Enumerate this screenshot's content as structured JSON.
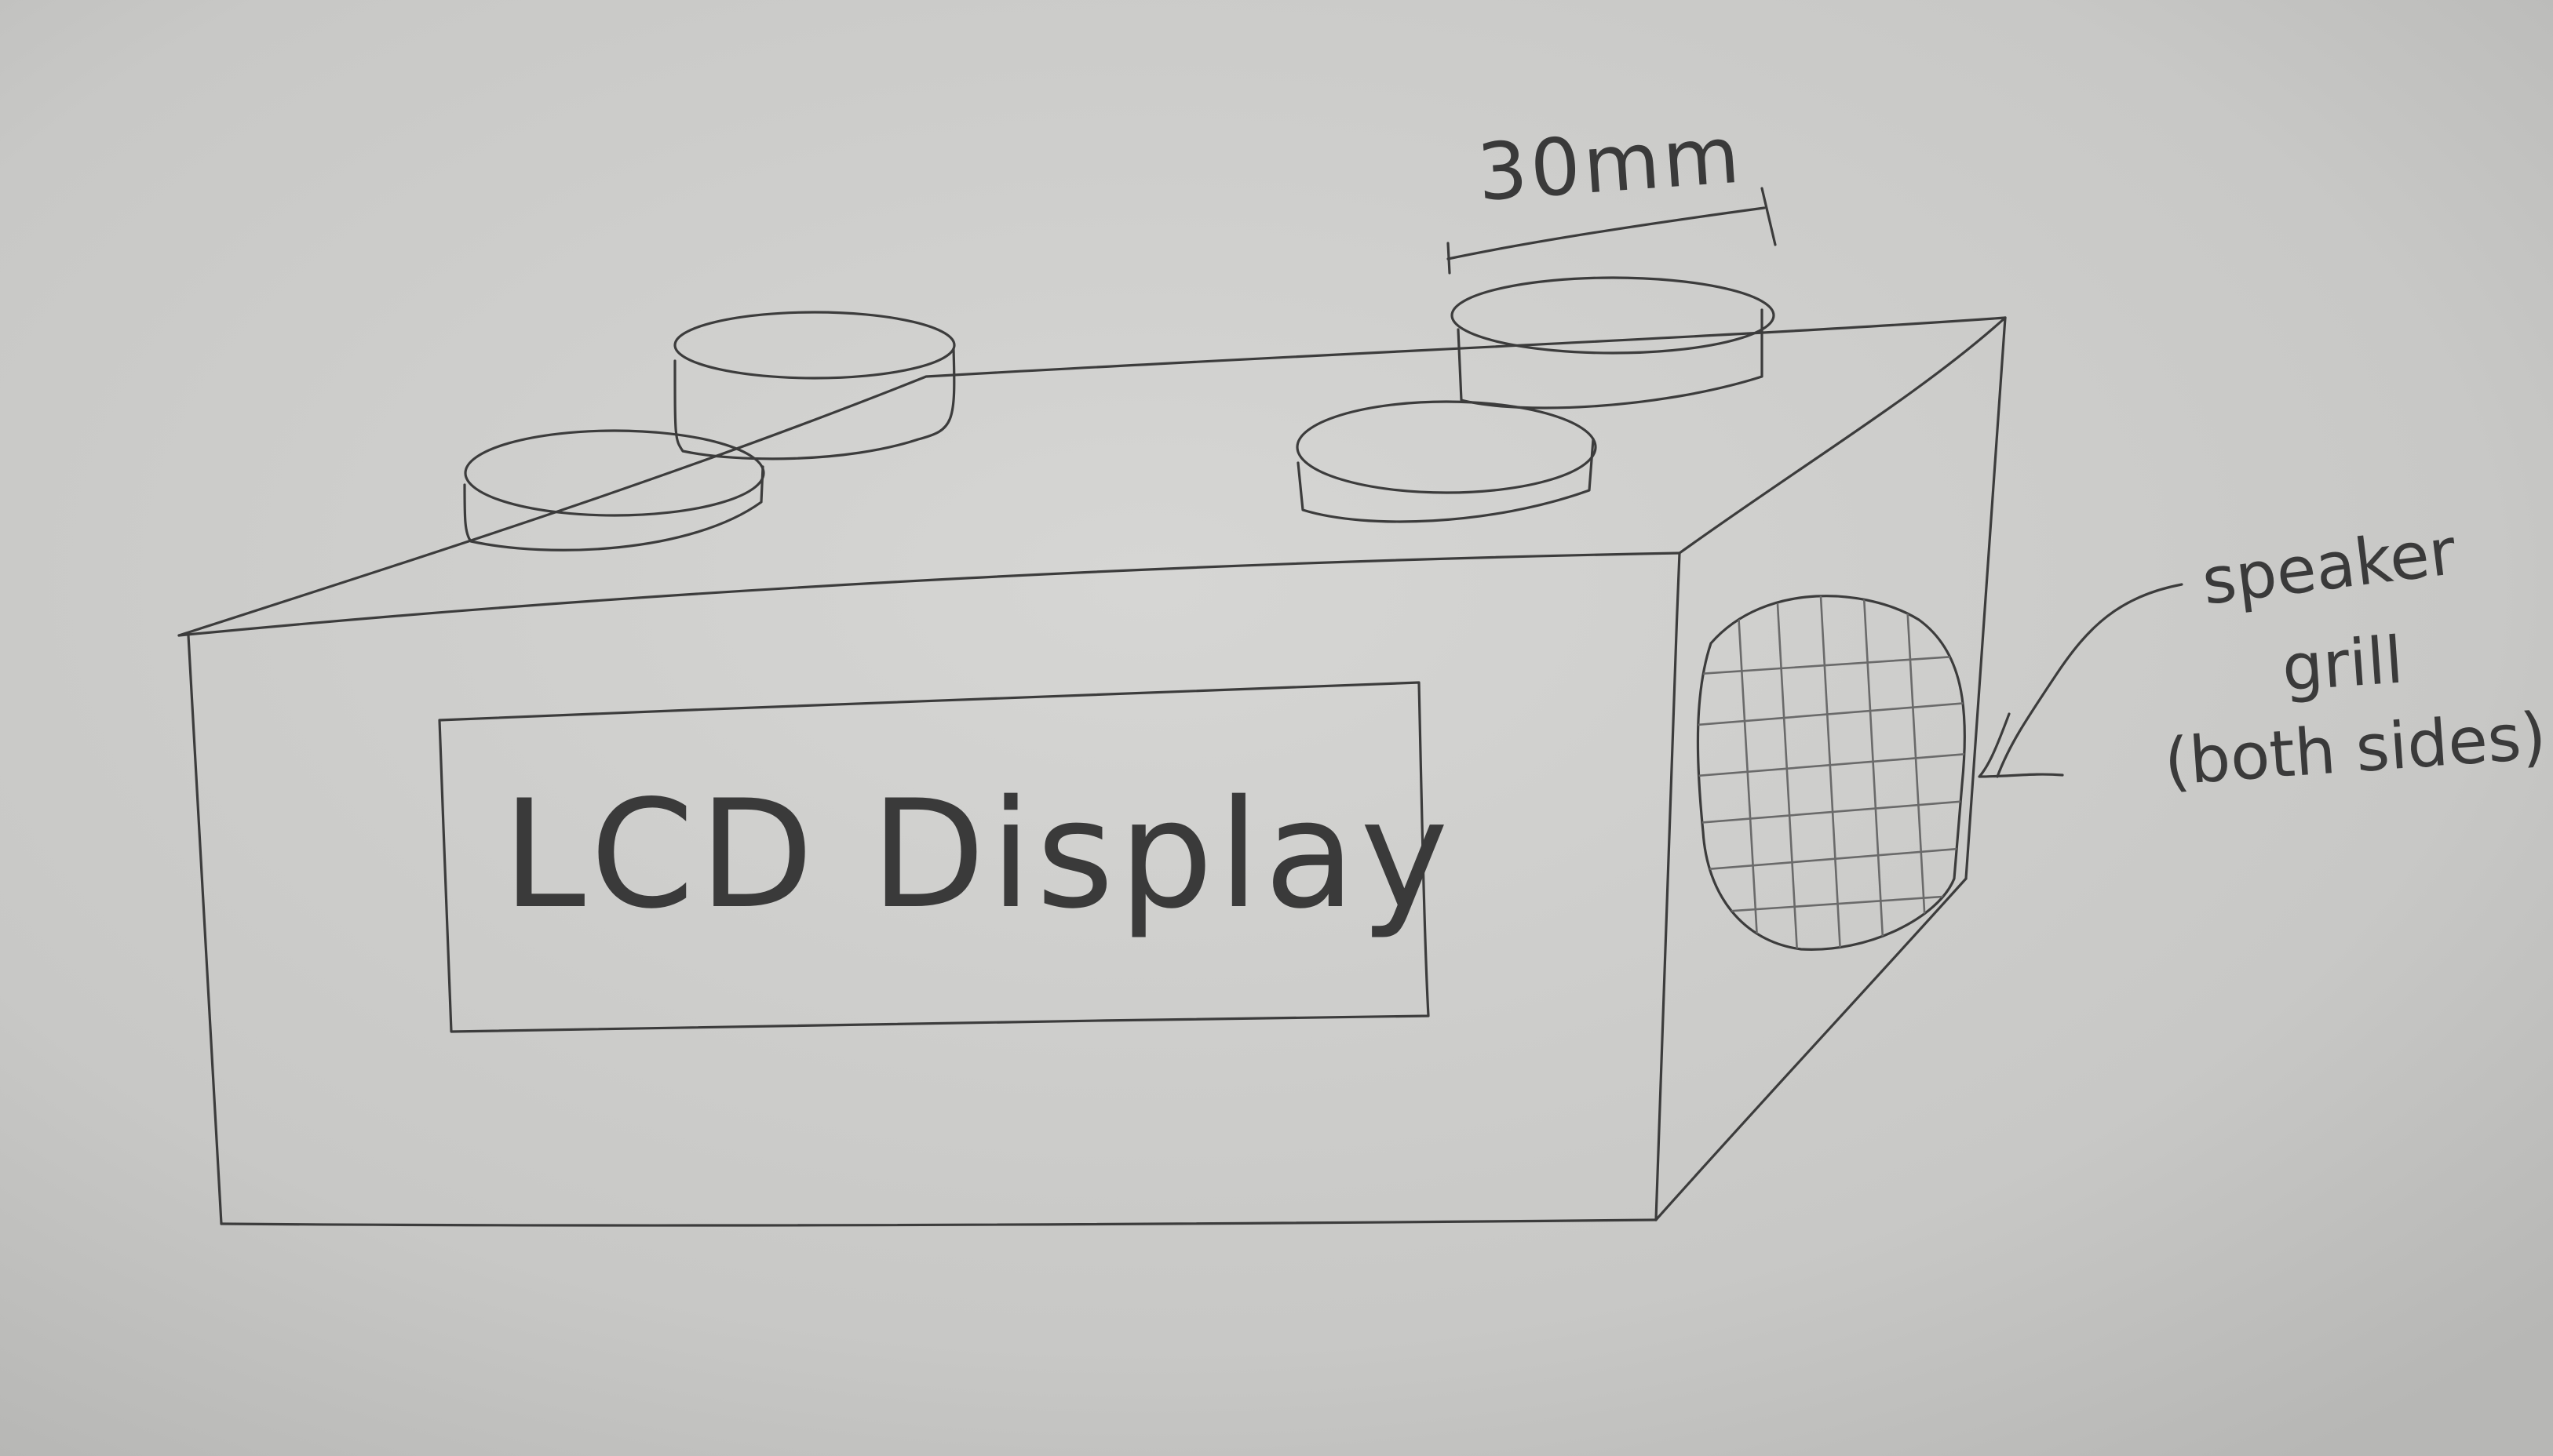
{
  "sketch": {
    "lcd_label": "LCD Display",
    "dimension_label": "30mm",
    "annotation": {
      "line1": "speaker",
      "line2": "grill",
      "line3": "(both sides)"
    }
  },
  "colors": {
    "paper": "#c9c9c7",
    "pencil": "#3c3c3c"
  }
}
